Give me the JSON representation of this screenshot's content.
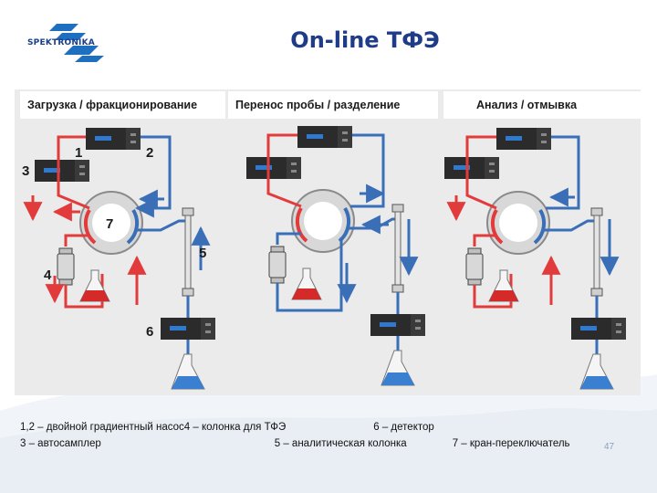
{
  "logo": {
    "text": "SPEKTRONIKA"
  },
  "title": "On-line ТФЭ",
  "panels": [
    {
      "title": "Загрузка / фракционирование"
    },
    {
      "title": "Перенос пробы / разделение"
    },
    {
      "title": "Анализ / отмывка"
    }
  ],
  "labels": {
    "n1": "1",
    "n2": "2",
    "n3": "3",
    "n4": "4",
    "n5": "5",
    "n6": "6",
    "n7": "7"
  },
  "legend": {
    "row1": [
      "1,2 – двойной градиентный насос",
      "4 – колонка для ТФЭ",
      "6 – детектор"
    ],
    "row2": [
      "3 – автосамплер",
      "5 – аналитическая колонка",
      "7 – кран-переключатель"
    ]
  },
  "page_number": "47",
  "colors": {
    "red_flow": "#e23b3b",
    "blue_flow": "#3a6fb8",
    "title": "#1f3c88"
  }
}
